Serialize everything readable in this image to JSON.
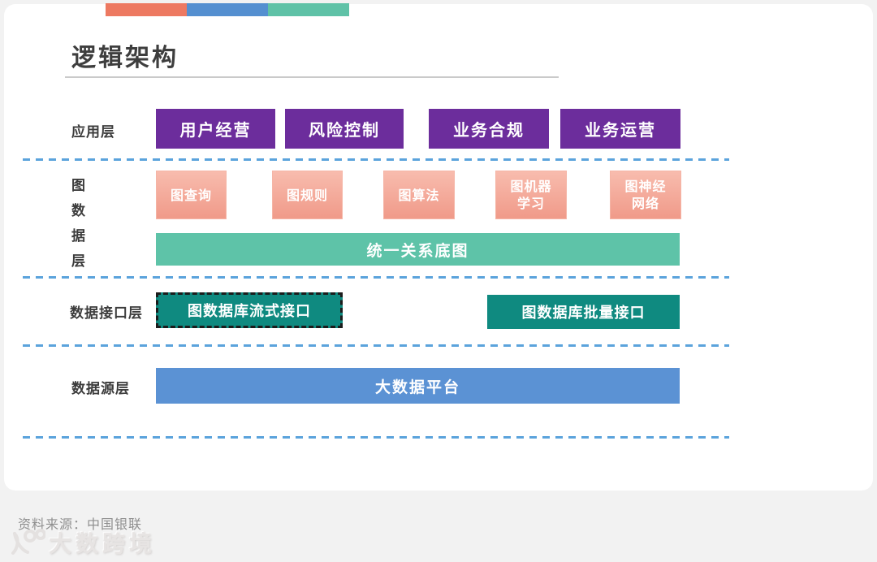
{
  "header": {
    "accent_bars": [
      {
        "name": "salmon",
        "color": "#ED7961"
      },
      {
        "name": "blue",
        "color": "#548FD0"
      },
      {
        "name": "teal",
        "color": "#5FC2A7"
      }
    ],
    "title": "逻辑架构"
  },
  "layers": {
    "application": {
      "label": "应用层",
      "box_color": "#6C2D9C",
      "boxes": [
        {
          "label": "用户经营"
        },
        {
          "label": "风险控制"
        },
        {
          "label": "业务合规"
        },
        {
          "label": "业务运营"
        }
      ]
    },
    "graph_data": {
      "label": "图数据层",
      "label_chars": [
        "图",
        "数",
        "据",
        "层"
      ],
      "box_color": "#F2A190",
      "boxes": [
        {
          "lines": [
            "图查询"
          ]
        },
        {
          "lines": [
            "图规则"
          ]
        },
        {
          "lines": [
            "图算法"
          ]
        },
        {
          "lines": [
            "图机器",
            "学习"
          ]
        },
        {
          "lines": [
            "图神经",
            "网络"
          ]
        }
      ],
      "base_bar": {
        "label": "统一关系底图",
        "color": "#5EC3A8"
      }
    },
    "data_interface": {
      "label": "数据接口层",
      "box_color": "#0F8A80",
      "boxes": [
        {
          "label": "图数据库流式接口",
          "border": "dashed"
        },
        {
          "label": "图数据库批量接口",
          "border": "solid"
        }
      ]
    },
    "data_source": {
      "label": "数据源层",
      "bar": {
        "label": "大数据平台",
        "color": "#5B92D4"
      }
    }
  },
  "divider_color": "#5BA3DC",
  "footer": {
    "source": "资料来源：中国银联",
    "watermark": "大数跨境"
  }
}
